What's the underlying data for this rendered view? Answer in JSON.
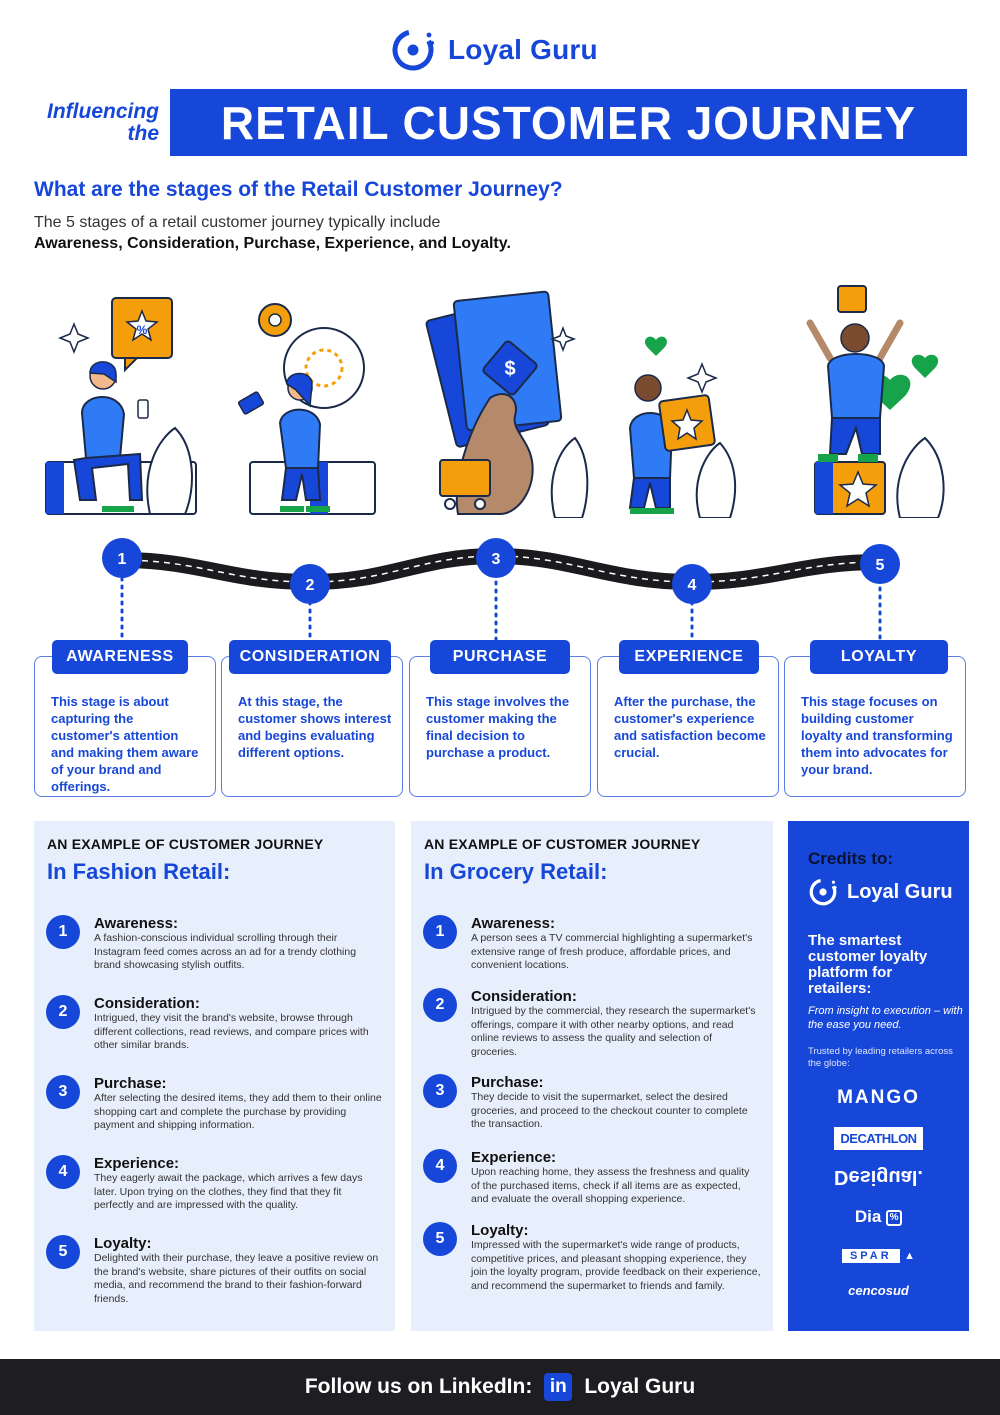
{
  "brand": {
    "name": "Loyal Guru"
  },
  "header": {
    "prefix": "Influencing the",
    "title": "RETAIL CUSTOMER JOURNEY"
  },
  "intro": {
    "question": "What are the stages of the Retail Customer Journey?",
    "line1": "The 5 stages of a retail customer journey typically include",
    "line2": "Awareness, Consideration, Purchase, Experience, and Loyalty."
  },
  "stages": [
    {
      "num": "1",
      "label": "AWARENESS",
      "desc": "This stage is about capturing the customer's attention and making them aware of your brand and offerings."
    },
    {
      "num": "2",
      "label": "CONSIDERATION",
      "desc": "At this stage, the customer shows interest and begins evaluating different options."
    },
    {
      "num": "3",
      "label": "PURCHASE",
      "desc": "This stage involves the customer making the final decision to purchase a product."
    },
    {
      "num": "4",
      "label": "EXPERIENCE",
      "desc": "After the purchase, the customer's experience and satisfaction become crucial."
    },
    {
      "num": "5",
      "label": "LOYALTY",
      "desc": "This stage focuses on building customer loyalty and transforming them into advocates for your brand."
    }
  ],
  "fashion": {
    "kicker": "AN EXAMPLE OF CUSTOMER JOURNEY",
    "title": "In Fashion Retail:",
    "items": [
      {
        "num": "1",
        "title": "Awareness:",
        "text": "A fashion-conscious individual scrolling through their Instagram feed comes across an ad for a trendy clothing brand showcasing stylish outfits."
      },
      {
        "num": "2",
        "title": "Consideration:",
        "text": "Intrigued, they visit the brand's website, browse through different collections, read reviews, and compare prices with other similar brands."
      },
      {
        "num": "3",
        "title": "Purchase:",
        "text": "After selecting the desired items, they add them to their online shopping cart and complete the purchase by providing payment and shipping information."
      },
      {
        "num": "4",
        "title": "Experience:",
        "text": "They eagerly await the package, which arrives a few days later. Upon trying on the clothes, they find that they fit perfectly and are impressed with the quality."
      },
      {
        "num": "5",
        "title": "Loyalty:",
        "text": "Delighted with their purchase, they leave a positive review on the brand's website, share pictures of their outfits on social media, and recommend the brand to their fashion-forward friends."
      }
    ]
  },
  "grocery": {
    "kicker": "AN EXAMPLE OF CUSTOMER JOURNEY",
    "title": "In Grocery Retail:",
    "items": [
      {
        "num": "1",
        "title": "Awareness:",
        "text": "A person sees a TV commercial highlighting a supermarket's extensive range of fresh produce, affordable prices, and convenient locations."
      },
      {
        "num": "2",
        "title": "Consideration:",
        "text": "Intrigued by the commercial, they research the supermarket's offerings, compare it with other nearby options, and read online reviews to assess the quality and selection of groceries."
      },
      {
        "num": "3",
        "title": "Purchase:",
        "text": "They decide to visit the supermarket, select the desired groceries, and proceed to the checkout counter to complete the transaction."
      },
      {
        "num": "4",
        "title": "Experience:",
        "text": "Upon reaching home, they assess the freshness and quality of the purchased items, check if all items are as expected, and evaluate the overall shopping experience."
      },
      {
        "num": "5",
        "title": "Loyalty:",
        "text": "Impressed with the supermarket's wide range of products, competitive prices, and pleasant shopping experience, they join the loyalty program, provide feedback on their experience, and recommend the supermarket to friends and family."
      }
    ]
  },
  "credits": {
    "title": "Credits to:",
    "tagline": "The smartest customer loyalty platform for retailers:",
    "subtitle": "From insight to execution – with the ease you need.",
    "trusted": "Trusted by leading retailers across the globe:",
    "brands": [
      "MANGO",
      "DECATHLON",
      "Desigual.",
      "Dia",
      "SPAR",
      "cencosud"
    ]
  },
  "footer": {
    "text": "Follow us on LinkedIn:",
    "icon": "in",
    "name": "Loyal Guru"
  },
  "colors": {
    "primary": "#1747d8",
    "accent": "#f59e0b",
    "green": "#16a34a",
    "panel": "#e8effc",
    "footer": "#1e1e22"
  }
}
